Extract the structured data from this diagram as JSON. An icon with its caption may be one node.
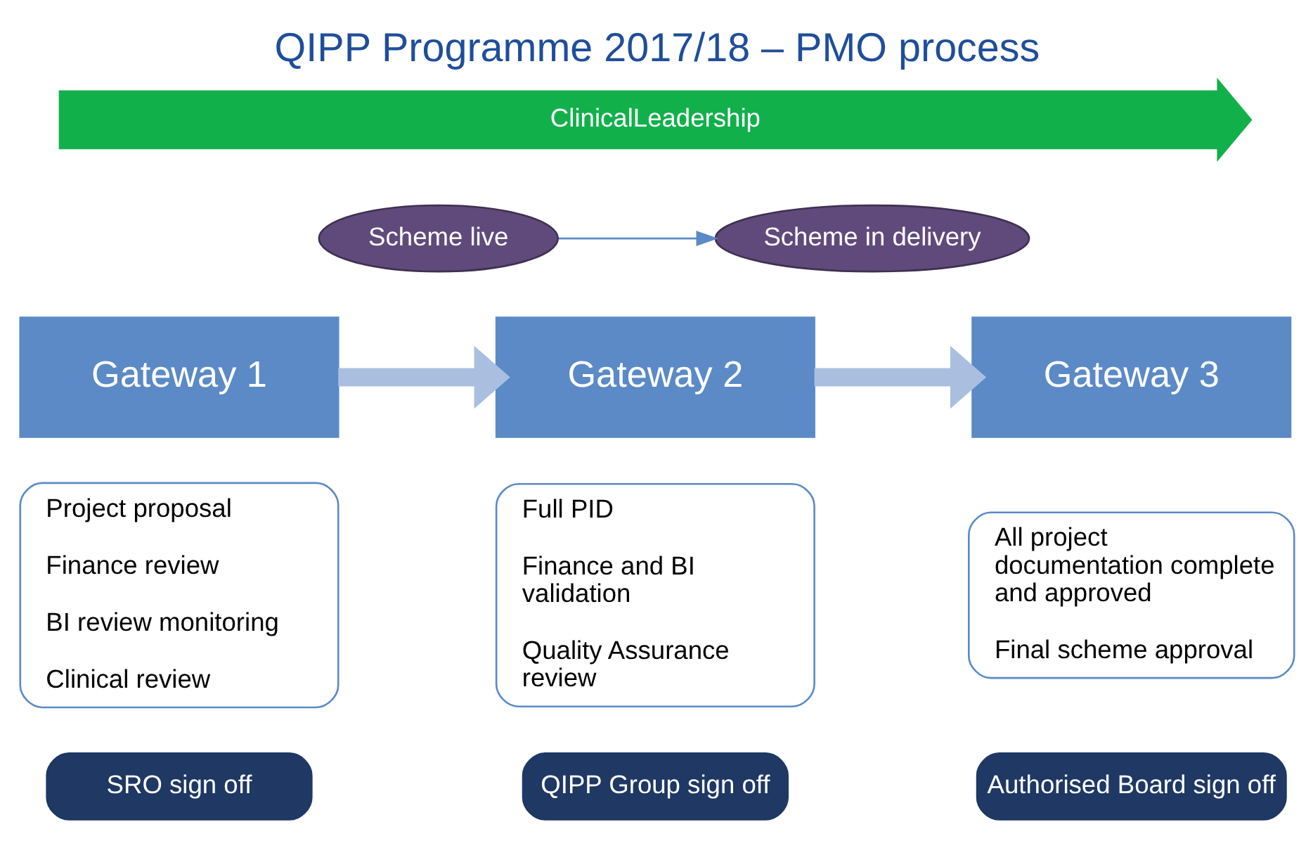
{
  "diagram": {
    "title": "QIPP Programme 2017/18 – PMO process",
    "nodes": [
      {
        "text": [
          "ClinicalLeadership"
        ]
      },
      {
        "text": [
          "Scheme live"
        ]
      },
      {
        "text": [
          "Scheme in delivery"
        ]
      },
      {
        "text": [
          "Gateway 1"
        ]
      },
      {
        "text": [
          "Project proposal",
          "Finance review",
          "BI review monitoring",
          "Clinical review"
        ]
      },
      {
        "text": [
          "Gateway 2"
        ]
      },
      {
        "text": [
          "Full PID",
          "Finance and BI validation",
          "Quality Assurance review"
        ]
      },
      {
        "text": [
          "Gateway 3"
        ]
      },
      {
        "text": [
          "All project documentation complete and approved",
          "Final scheme approval"
        ]
      },
      {
        "text": [
          "SRO sign off"
        ]
      },
      {
        "text": [
          "QIPP Group sign off"
        ]
      },
      {
        "text": [
          "Authorised Board sign off"
        ]
      }
    ],
    "edges": [
      {
        "from": 1,
        "to": 2,
        "arrow": "to"
      },
      {
        "from": 3,
        "to": 5,
        "arrow": "to",
        "color": "#aabfe0"
      },
      {
        "from": 5,
        "to": 7,
        "arrow": "to",
        "color": "#aabfe0"
      }
    ]
  }
}
